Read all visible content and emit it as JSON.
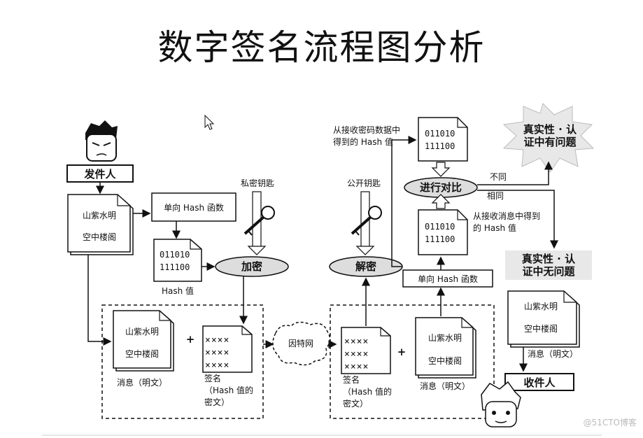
{
  "title": "数字签名流程图分析",
  "sender": "发件人",
  "receiver": "收件人",
  "message_lines": [
    "山紫水明",
    "空中楼阁"
  ],
  "hash_function": "单向 Hash 函数",
  "hash_bits": [
    "011010",
    "111100"
  ],
  "hash_value": "Hash 值",
  "private_key": "私密钥匙",
  "public_key": "公开钥匙",
  "encrypt": "加密",
  "decrypt": "解密",
  "internet": "因特网",
  "xmarks": "××××",
  "plus": "+",
  "message_caption": "消息（明文）",
  "signature_caption": [
    "签名",
    "（Hash 值的",
    "密文）"
  ],
  "from_signature": [
    "从接收密码数据中",
    "得到的 Hash 值"
  ],
  "from_message": [
    "从接收消息中得到",
    "的 Hash 值"
  ],
  "compare": "进行对比",
  "different": "不同",
  "same": "相同",
  "result_bad": [
    "真实性 · 认",
    "证中有问题"
  ],
  "result_ok": [
    "真实性 · 认",
    "证中无问题"
  ],
  "watermark": "@51CTO博客"
}
